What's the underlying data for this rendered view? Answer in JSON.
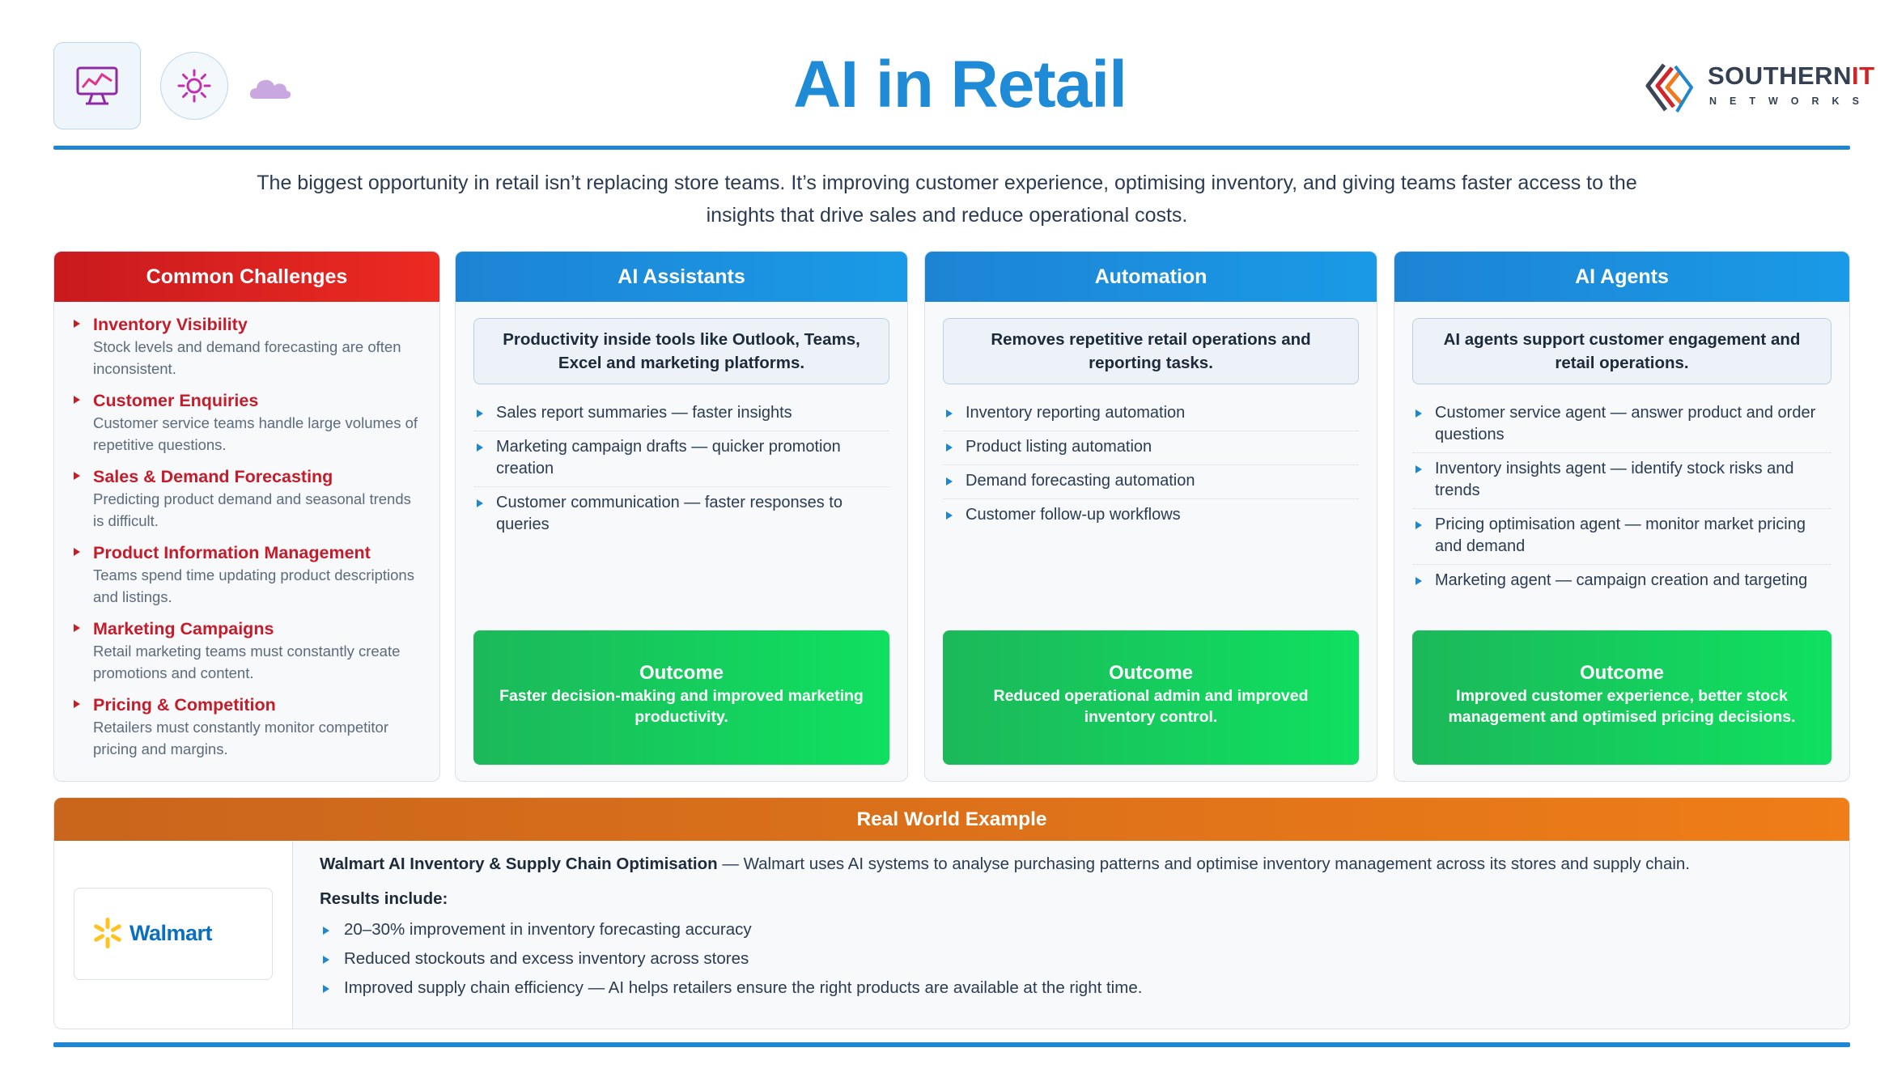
{
  "title": "AI in Retail",
  "logo": {
    "brand_main": "SOUTHERN",
    "brand_accent": "IT",
    "brand_sub": "NETWORKS"
  },
  "intro": "The biggest opportunity in retail isn’t replacing store teams. It’s improving customer experience, optimising inventory, and giving teams faster access to the insights that drive sales and reduce operational costs.",
  "challenges": {
    "heading": "Common Challenges",
    "items": [
      {
        "title": "Inventory Visibility",
        "desc": "Stock levels and demand forecasting are often inconsistent."
      },
      {
        "title": "Customer Enquiries",
        "desc": "Customer service teams handle large volumes of repetitive questions."
      },
      {
        "title": "Sales & Demand Forecasting",
        "desc": "Predicting product demand and seasonal trends is difficult."
      },
      {
        "title": "Product Information Management",
        "desc": "Teams spend time updating product descriptions and listings."
      },
      {
        "title": "Marketing Campaigns",
        "desc": "Retail marketing teams must constantly create promotions and content."
      },
      {
        "title": "Pricing & Competition",
        "desc": "Retailers must constantly monitor competitor pricing and margins."
      }
    ]
  },
  "columns": [
    {
      "heading": "AI Assistants",
      "summary": "Productivity inside tools like Outlook, Teams, Excel and marketing platforms.",
      "items": [
        "Sales report summaries — faster insights",
        "Marketing campaign drafts — quicker promotion creation",
        "Customer communication — faster responses to queries"
      ],
      "outcome_title": "Outcome",
      "outcome_text": "Faster decision-making and improved marketing productivity."
    },
    {
      "heading": "Automation",
      "summary": "Removes repetitive retail operations and reporting tasks.",
      "items": [
        "Inventory reporting automation",
        "Product listing automation",
        "Demand forecasting automation",
        "Customer follow-up workflows"
      ],
      "outcome_title": "Outcome",
      "outcome_text": "Reduced operational admin and improved inventory control."
    },
    {
      "heading": "AI Agents",
      "summary": "AI agents support customer engagement and retail operations.",
      "items": [
        "Customer service agent — answer product and order questions",
        "Inventory insights agent — identify stock risks and trends",
        "Pricing optimisation agent — monitor market pricing and demand",
        "Marketing agent — campaign creation and targeting"
      ],
      "outcome_title": "Outcome",
      "outcome_text": "Improved customer experience, better stock management and optimised pricing decisions."
    }
  ],
  "example": {
    "heading": "Real World Example",
    "company": "Walmart",
    "case_title": "Walmart AI Inventory & Supply Chain Optimisation",
    "case_text": " — Walmart uses AI systems to analyse purchasing patterns and optimise inventory management across its stores and supply chain.",
    "results_label": "Results include:",
    "results": [
      "20–30% improvement in inventory forecasting accuracy",
      "Reduced stockouts and excess inventory across stores",
      "Improved supply chain efficiency — AI helps retailers ensure the right products are available at the right time."
    ]
  },
  "colors": {
    "primary_blue": "#1f86d1",
    "challenge_red": "#c41c2a",
    "outcome_green": "#14c95c",
    "example_orange": "#e07418",
    "walmart_yellow": "#ffc220",
    "walmart_blue": "#0b6fc0"
  },
  "icons": [
    "analytics-monitor-icon",
    "gear-icon",
    "cloud-icon",
    "southern-it-logo",
    "walmart-spark-icon"
  ]
}
